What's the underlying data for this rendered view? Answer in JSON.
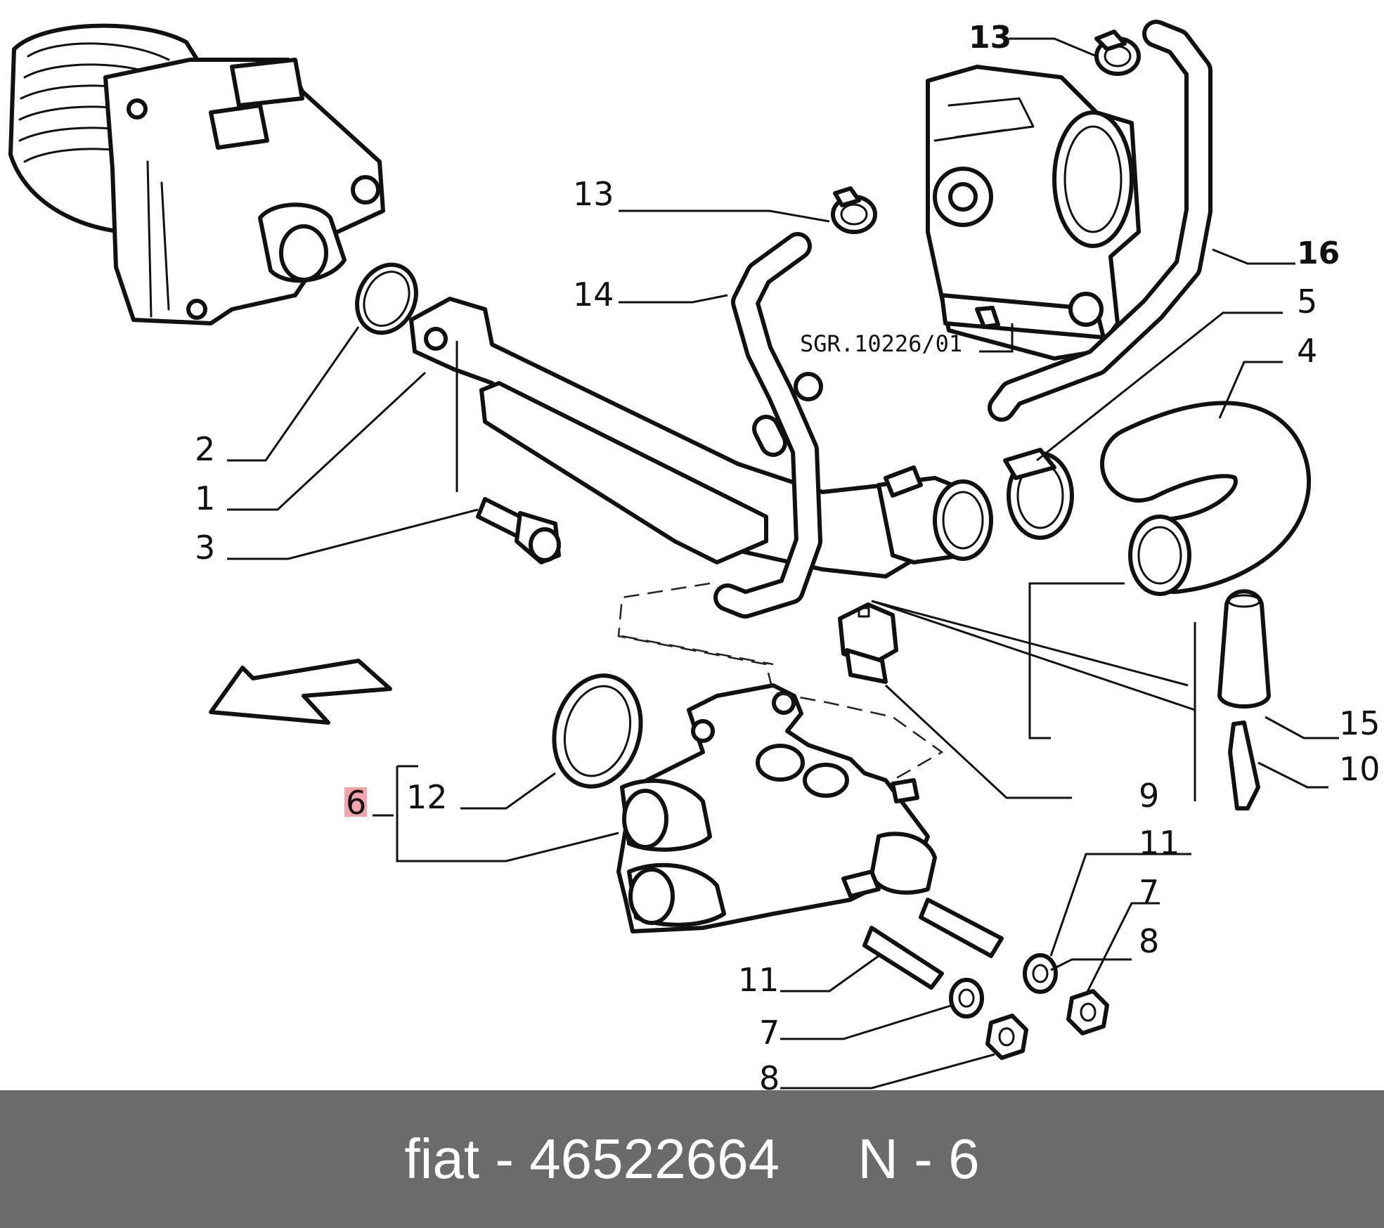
{
  "labels": {
    "l1": "1",
    "l2": "2",
    "l3": "3",
    "l4": "4",
    "l5": "5",
    "l6": "6",
    "l7a": "7",
    "l7b": "7",
    "l8a": "8",
    "l8b": "8",
    "l9": "9",
    "l10": "10",
    "l11a": "11",
    "l11b": "11",
    "l12": "12",
    "l13a": "13",
    "l13b": "13",
    "l14": "14",
    "l15": "15",
    "l16": "16",
    "code": "SGR.10226/01"
  },
  "footer": {
    "text": "fiat - 46522664     N - 6"
  },
  "colors": {
    "highlight": "#f4a3a8",
    "footer_bg": "#6b6b6b",
    "footer_text": "#ffffff"
  }
}
